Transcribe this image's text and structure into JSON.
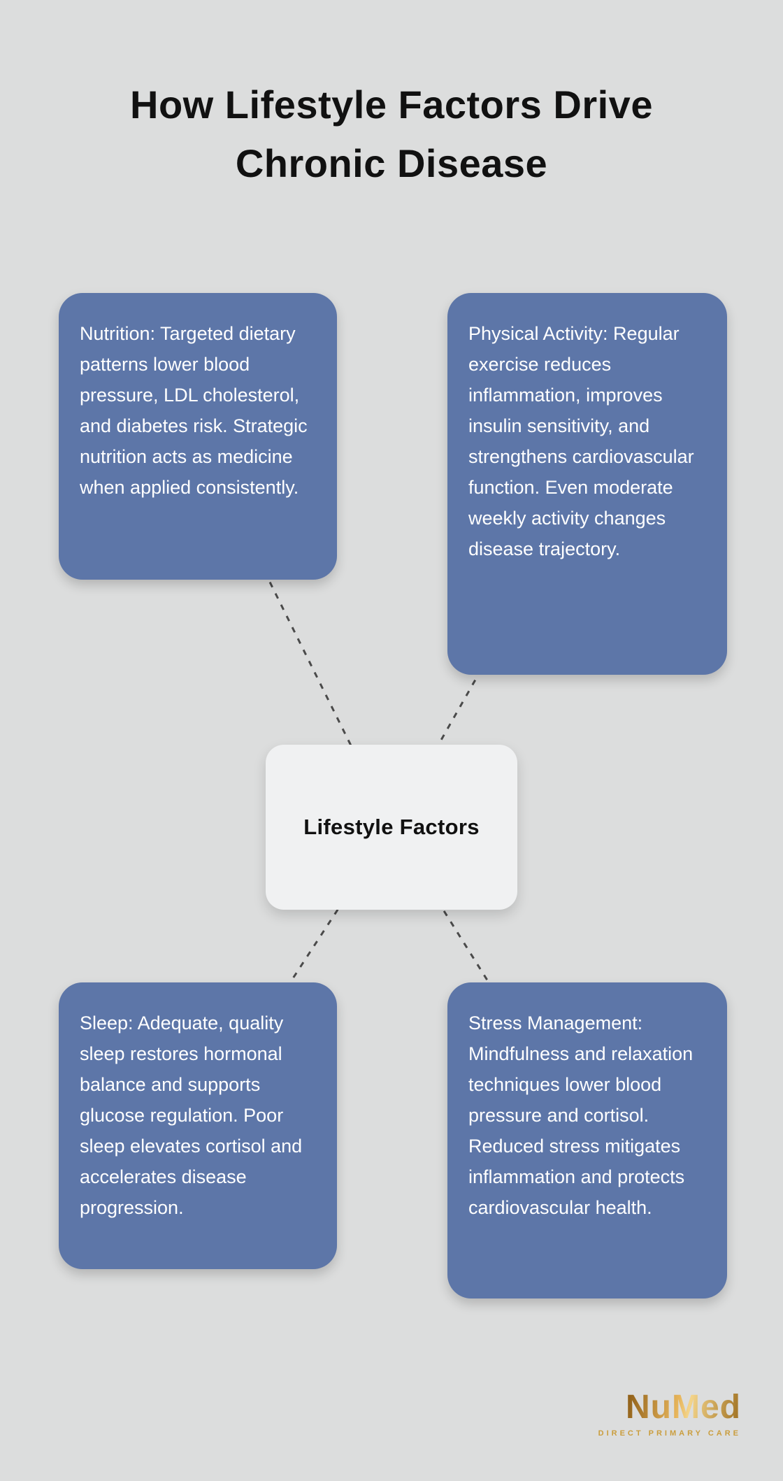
{
  "title": "How Lifestyle Factors Drive Chronic Disease",
  "center": {
    "label": "Lifestyle Factors"
  },
  "nodes": [
    {
      "id": "nutrition",
      "text": "Nutrition: Targeted dietary patterns lower blood pressure, LDL cholesterol, and diabetes risk. Strategic nutrition acts as medicine when applied consistently."
    },
    {
      "id": "physical-activity",
      "text": "Physical Activity: Regular exercise reduces inflammation, improves insulin sensitivity, and strengthens cardiovascular function. Even moderate weekly activity changes disease trajectory."
    },
    {
      "id": "sleep",
      "text": "Sleep: Adequate, quality sleep restores hormonal balance and supports glucose regulation. Poor sleep elevates cortisol and accelerates disease progression."
    },
    {
      "id": "stress-management",
      "text": "Stress Management: Mindfulness and relaxation techniques lower blood pressure and cortisol. Reduced stress mitigates inflammation and protects cardiovascular health."
    }
  ],
  "logo": {
    "name": "NuMed",
    "tagline": "DIRECT PRIMARY CARE"
  },
  "colors": {
    "background": "#dcdddd",
    "node": "#5d76a8",
    "node_text": "#ffffff",
    "center_bg": "#f0f1f2",
    "title": "#111111",
    "connector": "#4a4a4a",
    "logo_gold": "#c9972c"
  }
}
